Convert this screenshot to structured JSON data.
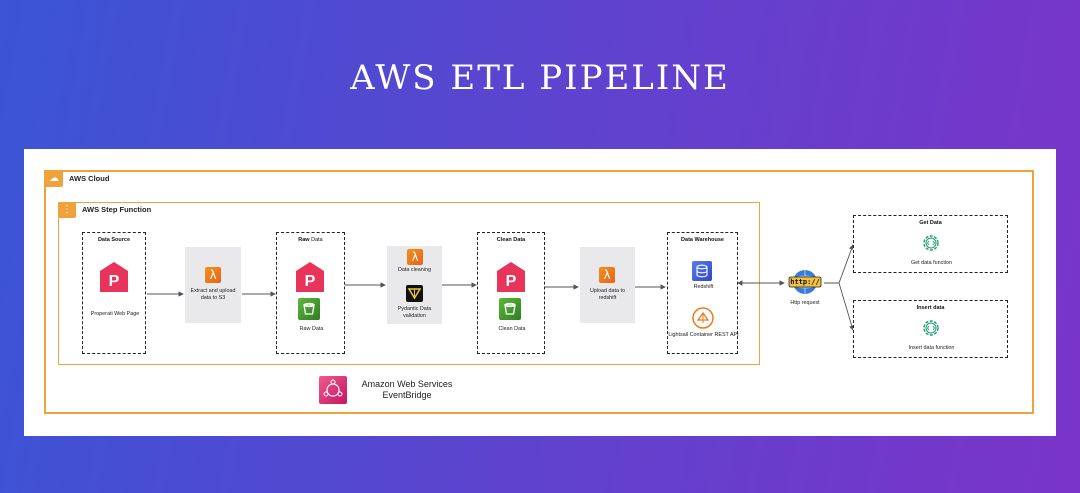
{
  "title": "AWS ETL PIPELINE",
  "cloud_label": "AWS Cloud",
  "step_function_label": "AWS Step Function",
  "data_source": {
    "title": "Data Source",
    "caption": "Properati Web Page"
  },
  "extract": {
    "caption": "Extract and upload data to S3"
  },
  "raw_data": {
    "title_bold": "Raw",
    "title_rest": " Data",
    "caption": "Raw Data"
  },
  "cleaning": {
    "lambda_caption": "Data cleaning",
    "pydantic_caption": "Pydantic Data validation"
  },
  "clean_data": {
    "title": "Clean Data",
    "caption": "Clean Data"
  },
  "upload": {
    "caption": "Upload data to redshift"
  },
  "warehouse": {
    "title": "Data Warehouse",
    "redshift_caption": "Redshift",
    "lightsail_caption": "Lightsail Container REST API"
  },
  "http": {
    "badge": "http://",
    "caption": "Http request"
  },
  "get_data": {
    "title": "Get Data",
    "caption": "Get data function"
  },
  "insert_data": {
    "title": "Insert data",
    "caption": "Insert data function"
  },
  "eventbridge": {
    "line1": "Amazon Web Services",
    "line2": "EventBridge"
  },
  "colors": {
    "aws_orange": "#f0a23c",
    "properati_red": "#e8345a",
    "lambda_orange": "#ed7a1c",
    "s3_green": "#3f9b2c",
    "redshift_blue": "#3b5bdb",
    "eventbridge_pink": "#d6246e",
    "function_green": "#1a9a72"
  }
}
